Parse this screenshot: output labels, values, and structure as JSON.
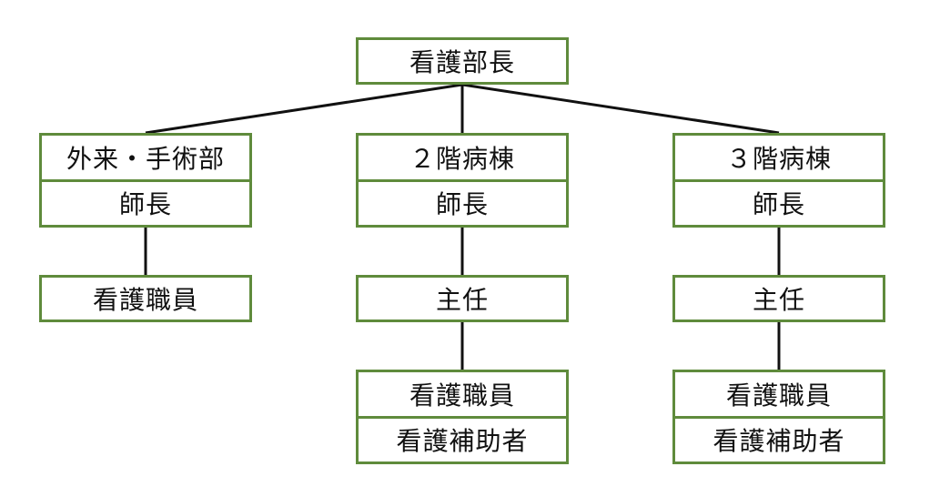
{
  "colors": {
    "box_border": "#5f8b3c",
    "line": "#111111",
    "text": "#111111"
  },
  "root": {
    "label": "看護部長"
  },
  "departments": [
    {
      "name": "外来・手術部",
      "head": "師長",
      "staff": [
        "看護職員"
      ]
    },
    {
      "name": "２階病棟",
      "head": "師長",
      "chief": "主任",
      "staff": [
        "看護職員",
        "看護補助者"
      ]
    },
    {
      "name": "３階病棟",
      "head": "師長",
      "chief": "主任",
      "staff": [
        "看護職員",
        "看護補助者"
      ]
    }
  ]
}
